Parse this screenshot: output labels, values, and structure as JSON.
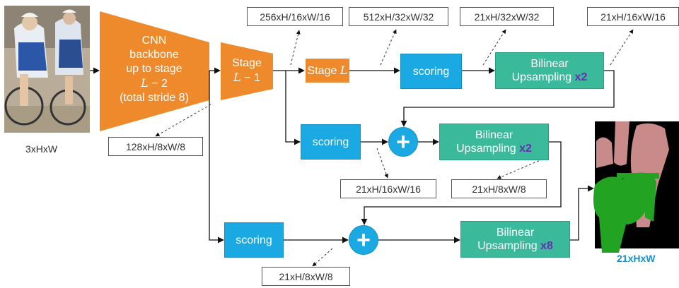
{
  "input_caption": "3xHxW",
  "backbone": {
    "line1": "CNN",
    "line2": "backbone",
    "line3": "up to stage",
    "line4_var": "L",
    "line4_rest": " − 2",
    "line5": "(total stride 8)"
  },
  "stage_l1": {
    "word": "Stage",
    "var": "L",
    "rest": " − 1"
  },
  "stage_l": {
    "word": "Stage ",
    "var": "L"
  },
  "scoring_label": "scoring",
  "sum_symbol": "+",
  "bilinear": {
    "line1": "Bilinear",
    "line2": "Upsampling",
    "x2": "x2",
    "x8": "x8"
  },
  "dims": {
    "d1": "128xH/8xW/8",
    "d2": "256xH/16xW/16",
    "d3": "512xH/32xW/32",
    "d4": "21xH/32xW/32",
    "d5": "21xH/16xW/16",
    "d6": "21xH/16xW/16",
    "d7": "21xH/8xW/8",
    "d8": "21xH/8xW/8"
  },
  "output_caption": "21xHxW",
  "colors": {
    "orange": "#ee8a2c",
    "scoring": "#1aa9e2",
    "bilinear": "#3bb99b",
    "factor": "#6a2db5",
    "seg_person": "#c98a8a",
    "seg_bicycle": "#22a322",
    "seg_background": "#000000"
  }
}
